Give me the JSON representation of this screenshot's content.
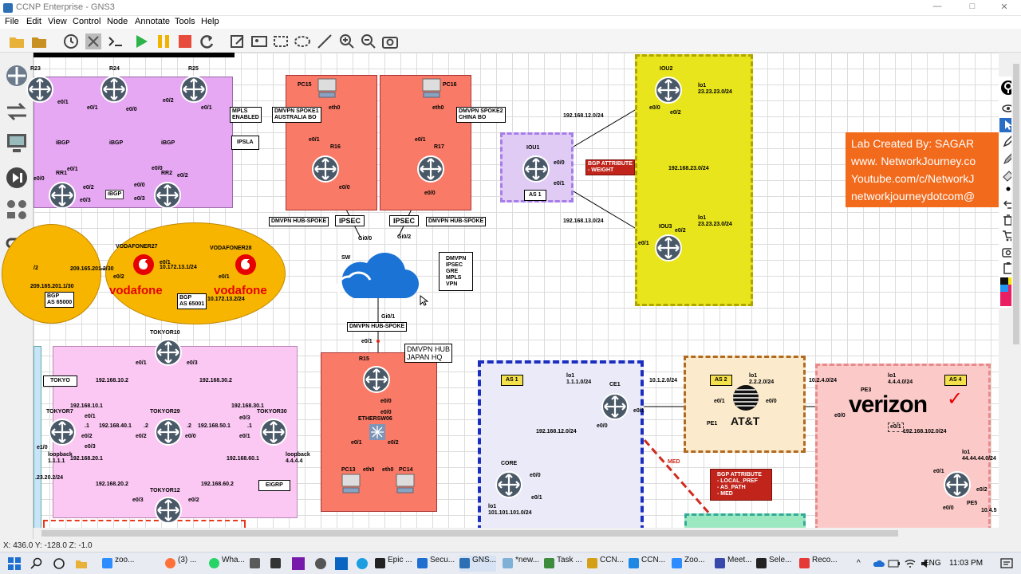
{
  "window": {
    "title": "CCNP Enterprise - GNS3"
  },
  "menu": [
    "File",
    "Edit",
    "View",
    "Control",
    "Node",
    "Annotate",
    "Tools",
    "Help"
  ],
  "toolbar_icons": [
    "open-project-icon",
    "folder-icon",
    "snapshot-icon",
    "device-console-icon",
    "console-icon",
    "start-icon",
    "suspend-icon",
    "stop-icon",
    "reload-icon",
    "note-icon",
    "image-icon",
    "rectangle-icon",
    "ellipse-icon",
    "line-icon",
    "zoom-in-icon",
    "zoom-out-icon",
    "screenshot-icon"
  ],
  "credit": {
    "line1": "Lab Created By: SAGAR",
    "line2": "www. NetworkJourney.co",
    "line3": "Youtube.com/c/NetworkJ",
    "line4": "networkjourneydotcom@"
  },
  "labels": {
    "r23": "R23",
    "r24": "R24",
    "r25": "R25",
    "rr1": "RR1",
    "rr2": "RR2",
    "ibgp1": "iBGP",
    "ibgp2": "iBGP",
    "ibgp3": "iBGP",
    "ibgp4": "iBGP",
    "mpls_enabled": "MPLS\nENABLED",
    "ipsla": "IPSLA",
    "e01_a": "e0/1",
    "e00_a": "e0/0",
    "e01_b": "e0/1",
    "e00_b": "e0/0",
    "e02_a": "e0/2",
    "e01_c": "e0/1",
    "e02_c": "e0/2",
    "e00_rr1": "e0/0",
    "e02_rr1": "e0/2",
    "e03_rr1": "e0/3",
    "e01_rr2": "e0/1",
    "e03_rr2": "e0/3",
    "e00_rr2": "e0/0",
    "pc15": "PC15",
    "pc16": "PC16",
    "eth0_pc15": "eth0",
    "eth0_pc16": "eth0",
    "spoke1": "DMVPN SPOKE1\nAUSTRALIA BO",
    "spoke2": "DMVPN SPOKE2\nCHINA BO",
    "r16": "R16",
    "r17": "R17",
    "e01_r16": "e0/1",
    "e00_r16": "e0/0",
    "e01_r17": "e0/1",
    "e00_r17": "e0/0",
    "hubspoke1": "DMVPN HUB-SPOKE",
    "hubspoke2": "DMVPN HUB-SPOKE",
    "ipsec1": "IPSEC",
    "ipsec2": "IPSEC",
    "gi00": "Gi0/0",
    "gi02": "Gi0/2",
    "sw": "SW",
    "cloud_features": "DMVPN\nIPSEC\nGRE\nMPLS\nVPN",
    "gi01": "Gi0/1",
    "hubspoke3": "DMVPN HUB-SPOKE",
    "e01_hub": "e0/1",
    "hub_japan": "DMVPN HUB\nJAPAN HQ",
    "r15": "R15",
    "e00_r15": "e0/0",
    "e00_sw": "e0/0",
    "etherswitch": "ETHERSW06",
    "e01_es": "e0/1",
    "e02_es": "e0/2",
    "pc13": "PC13",
    "pc14": "PC14",
    "eth0_pc13": "eth0",
    "eth0_pc14": "eth0",
    "vf27": "VODAFONER27",
    "vf28": "VODAFONER28",
    "vf_a": "vodafone",
    "vf_b": "vodafone",
    "vf_ip1": "209.165.201.2/30",
    "vf_ip2": "209.165.201.1/30",
    "vf_ip3": "10.172.13.1/24",
    "vf_ip4": "10.172.13.2/24",
    "vf_e02": "e0/2",
    "vf_e01a": "e0/1",
    "vf_e01b": "e0/1",
    "vf_x2": "/2",
    "bgp_as1": "BGP\nAS 65000",
    "bgp_as2": "BGP\nAS 65001",
    "iou1": "IOU1",
    "as1_a": "AS 1",
    "iou1_e00": "e0/0",
    "iou1_e01": "e0/1",
    "bgp_weight": "BGP ATTRIBUTE\n- WEIGHT",
    "net12": "192.168.12.0/24",
    "net13": "192.168.13.0/24",
    "net23": "192.168.23.0/24",
    "iou2": "IOU2",
    "iou2_e00": "e0/0",
    "iou2_e02": "e0/2",
    "iou3": "IOU3",
    "iou3_e01": "e0/1",
    "iou3_e02": "e0/2",
    "lo1_a": "lo1\n23.23.23.0/24",
    "lo1_b": "lo1\n23.23.23.0/24",
    "tokyo": "TOKYO",
    "eigrp": "EIGRP",
    "tk10": "TOKYOR10",
    "tk7": "TOKYOR7",
    "tk29": "TOKYOR29",
    "tk30": "TOKYOR30",
    "tk12": "TOKYOR12",
    "tk_n1": "192.168.10.2",
    "tk_n2": "192.168.30.2",
    "tk_n3": "192.168.10.1",
    "tk_n4": "192.168.30.1",
    "tk_n5": "192.168.40.1",
    "tk_n6": "192.168.50.1",
    "tk_n7": "192.168.20.1",
    "tk_n8": "192.168.60.1",
    "tk_n9": "192.168.20.2",
    "tk_n10": "192.168.60.2",
    "tk_e01": "e0/1",
    "tk_e03": "e0/3",
    "tk_e01b": "e0/1",
    "tk_e02": "e0/2",
    "tk_e03b": "e0/3",
    "tk_e02b": "e0/2",
    "tk_e00": "e0/0",
    "tk_e03c": "e0/3",
    "tk_e01c": "e0/1",
    "tk_e02c": "e0/2",
    "tk_e03d": "e0/3",
    "tk_e02d": "e0/2",
    "tk_d1": ".1",
    "tk_d2": ".2",
    "tk_d3": ".2",
    "tk_d4": ".1",
    "tk_lb1": "loopback\n1.1.1.1",
    "tk_lb2": "loopback\n4.4.4.4",
    "tk_e10": "e1/0",
    "tk_net": ".23.20.2/24",
    "as1_b": "AS 1",
    "ce1": "CE1",
    "ce1_lo": "lo1\n1.1.1.0/24",
    "ce1_e00": "e0/0",
    "ce1_e01": "e0/1",
    "core": "CORE",
    "core_e00": "e0/0",
    "core_e01": "e0/1",
    "core_lo": "lo1\n101.101.101.0/24",
    "net12b": "192.168.12.0/24",
    "med": "MED",
    "net_ce": "10.1.2.0/24",
    "bgp_attr2": "BGP ATTRIBUTE\n- LOCAL_PREF\n- AS_PATH\n- MED",
    "as2": "AS 2",
    "att_lo": "lo1\n2.2.2.0/24",
    "pe1": "PE1",
    "att_e01": "e0/1",
    "att_e00": "e0/0",
    "att": "AT&T",
    "as4": "AS 4",
    "pe3": "PE3",
    "vz_lo": "lo1\n4.4.4.0/24",
    "net_vz": "10.2.4.0/24",
    "verizon": "verizon",
    "vz_e00": "e0/0",
    "vz_e01": "e0/1",
    "vz_net": "192.168.102.0/24",
    "pe5": "PE5",
    "pe5_lo": "lo1\n44.44.44.0/24",
    "pe5_e01": "e0/1",
    "pe5_e02": "e0/2",
    "pe5_e00": "e0/0",
    "pe5_net": "10.4.5"
  },
  "status": {
    "coords": "X: 436.0 Y: -128.0 Z: -1.0"
  },
  "taskbar": {
    "items": [
      "zoo...",
      "(3) ...",
      "Wha...",
      "",
      "",
      "Epic ...",
      "Secu...",
      "GNS...",
      "*new...",
      "Task ...",
      "CCN...",
      "CCN...",
      "Zoo...",
      "Meet...",
      "Sele...",
      "Reco..."
    ],
    "lang": "ENG",
    "time": "11:03 PM"
  }
}
